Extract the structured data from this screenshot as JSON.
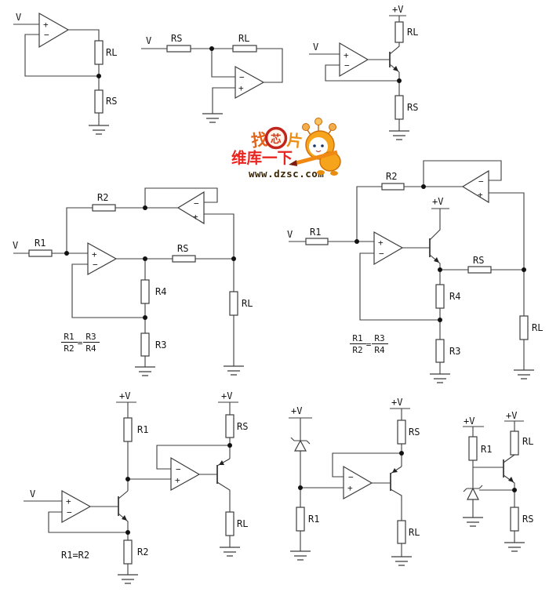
{
  "symbols": {
    "plus": "+",
    "minus": "−"
  },
  "circuits": {
    "c1": {
      "input": "V",
      "rl": "RL",
      "rs": "RS"
    },
    "c2": {
      "input": "V",
      "rs": "RS",
      "rl": "RL"
    },
    "c3": {
      "input": "V",
      "vcc": "+V",
      "rl": "RL",
      "rs": "RS"
    },
    "c4": {
      "input": "V",
      "r1": "R1",
      "r2": "R2",
      "r3": "R3",
      "r4": "R4",
      "rs": "RS",
      "rl": "RL",
      "eq": {
        "n1": "R1",
        "d1": "R2",
        "sign": "=",
        "n2": "R3",
        "d2": "R4"
      }
    },
    "c5": {
      "input": "V",
      "vcc": "+V",
      "r1": "R1",
      "r2": "R2",
      "r3": "R3",
      "r4": "R4",
      "rs": "RS",
      "rl": "RL",
      "eq": {
        "n1": "R1",
        "d1": "R2",
        "sign": "=",
        "n2": "R3",
        "d2": "R4"
      }
    },
    "c6": {
      "input": "V",
      "vcc_left": "+V",
      "vcc_right": "+V",
      "r1": "R1",
      "r2": "R2",
      "rs": "RS",
      "rl": "RL",
      "eq": "R1=R2"
    },
    "c7": {
      "vcc_left": "+V",
      "vcc_right": "+V",
      "r1": "R1",
      "rs": "RS",
      "rl": "RL"
    },
    "c8": {
      "vcc_left": "+V",
      "vcc_right": "+V",
      "r1": "R1",
      "rl": "RL",
      "rs": "RS"
    }
  },
  "watermark": {
    "magnifier_left": "找",
    "magnifier_center": "芯",
    "magnifier_right": "片",
    "brand": "维库一下",
    "url": "www.dzsc.com",
    "brand_color": "#e8251f",
    "url_color": "#3a2406",
    "mascot_color": "#f6a41c"
  }
}
